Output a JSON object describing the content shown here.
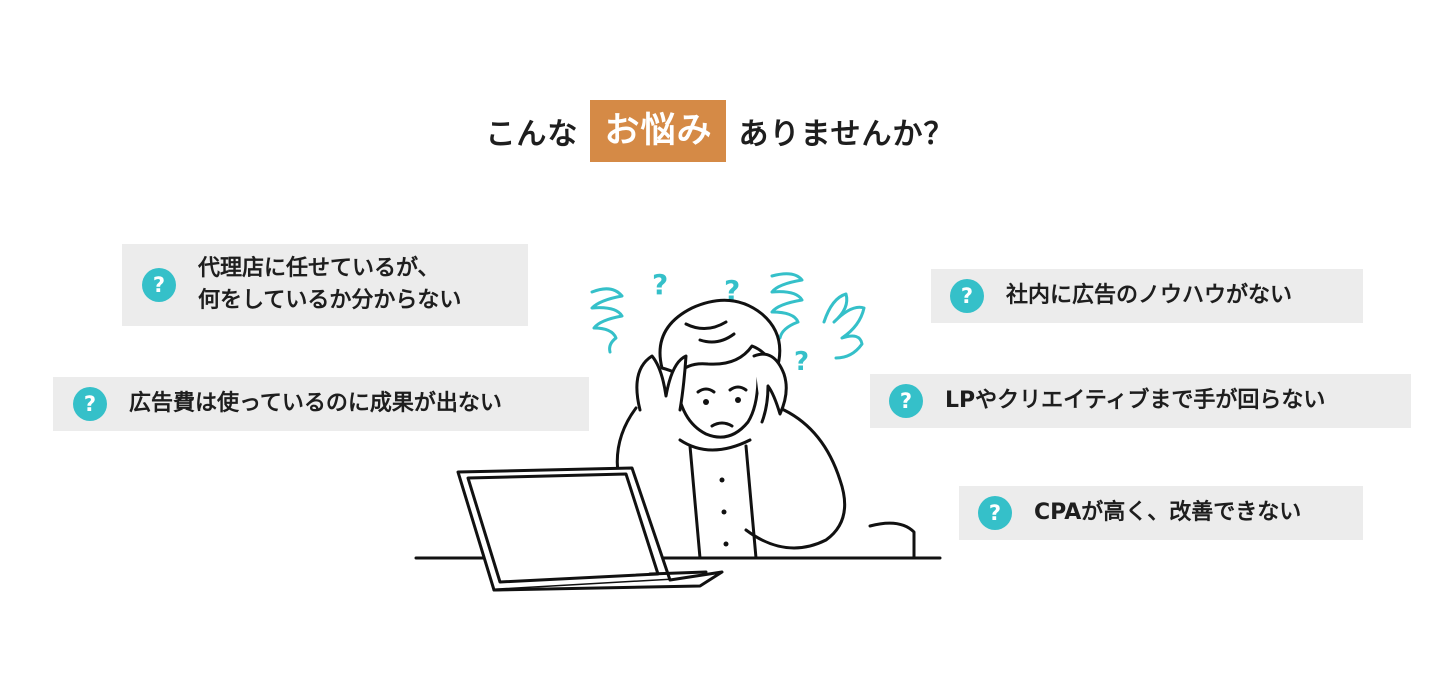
{
  "heading": {
    "before": "こんな",
    "highlight": "お悩み",
    "after": "ありませんか？"
  },
  "colors": {
    "accent": "#d58a46",
    "icon": "#35c0c9",
    "box": "#ececec"
  },
  "concerns": [
    {
      "lines": [
        "代理店に任せているが、",
        "何をしているか分からない"
      ],
      "icon": "question-circle-icon"
    },
    {
      "lines": [
        "広告費は使っているのに成果が出ない"
      ],
      "icon": "question-circle-icon"
    },
    {
      "lines": [
        "社内に広告のノウハウがない"
      ],
      "icon": "question-circle-icon"
    },
    {
      "lines": [
        "LPやクリエイティブまで手が回らない"
      ],
      "icon": "question-circle-icon"
    },
    {
      "lines": [
        "CPAが高く、改善できない"
      ],
      "icon": "question-circle-icon"
    }
  ],
  "illustration": {
    "icon": "worried-man-at-laptop-illustration",
    "question_mark": "?"
  }
}
